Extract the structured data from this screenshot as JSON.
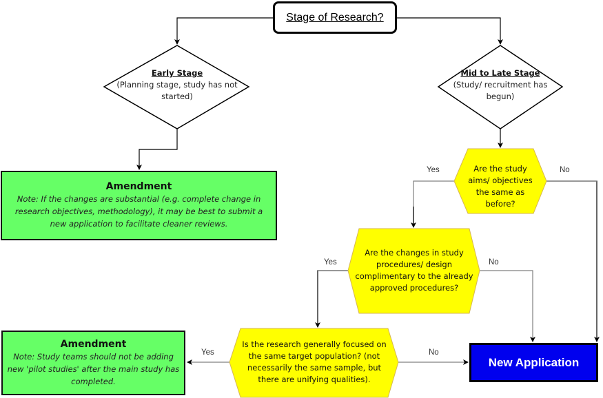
{
  "colors": {
    "decision_fill": "#ffff00",
    "decision_stroke": "#d6b656",
    "amendment_fill": "#66ff66",
    "new_application_fill": "#0000ee",
    "connector_dark": "#000000",
    "connector_grey": "#808080"
  },
  "start": {
    "label": "Stage of Research?"
  },
  "early_stage": {
    "title": "Early Stage",
    "description": "(Planning stage, study has not started)"
  },
  "mid_late_stage": {
    "title": "Mid to Late Stage",
    "description": "(Study/ recruitment has begun)"
  },
  "amendment_top": {
    "title": "Amendment",
    "note": "Note: If the changes are substantial (e.g. complete change in research objectives, methodology), it may be best to submit a new application to facilitate cleaner reviews."
  },
  "amendment_bottom": {
    "title": "Amendment",
    "note": "Note: Study teams should not be adding new 'pilot studies' after the main study has completed."
  },
  "q1": {
    "text": "Are the study aims/ objectives the same as before?",
    "yes": "Yes",
    "no": "No"
  },
  "q2": {
    "text": "Are the changes in study procedures/ design complimentary to the already approved procedures?",
    "yes": "Yes",
    "no": "No"
  },
  "q3": {
    "text": "Is the research generally focused on the same target population? (not necessarily the same sample, but there are unifying qualities).",
    "yes": "Yes",
    "no": "No"
  },
  "new_application": {
    "label": "New Application"
  }
}
